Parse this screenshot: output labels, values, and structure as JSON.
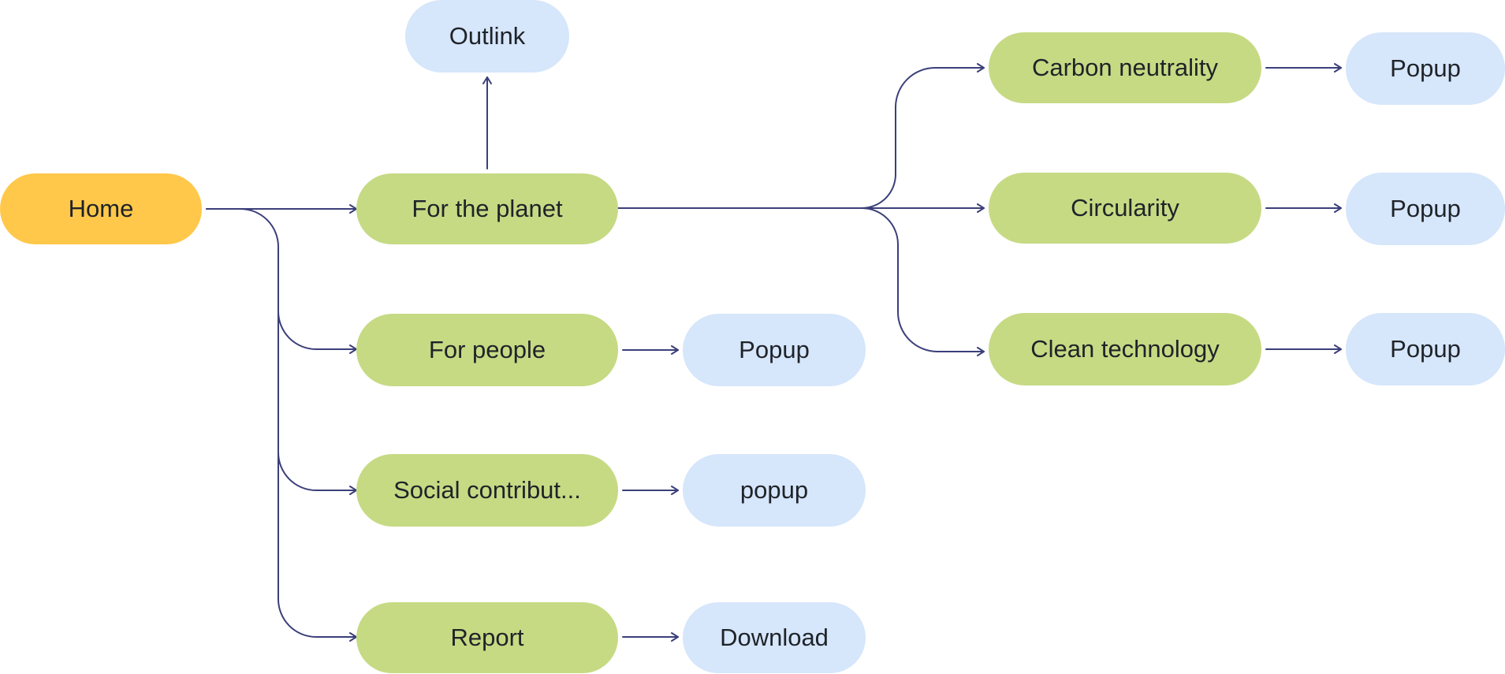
{
  "sitemap": {
    "root": {
      "label": "Home",
      "color": "#ffc84a"
    },
    "sections": [
      {
        "label": "For the planet",
        "color": "#c6da84"
      },
      {
        "label": "For people",
        "color": "#c6da84"
      },
      {
        "label": "Social contribut...",
        "color": "#c6da84"
      },
      {
        "label": "Report",
        "color": "#c6da84"
      }
    ],
    "planet_outlink": {
      "label": "Outlink",
      "color": "#d6e6fb"
    },
    "planet_subpages": [
      {
        "label": "Carbon neutrality",
        "child": "Popup"
      },
      {
        "label": "Circularity",
        "child": "Popup"
      },
      {
        "label": "Clean technology",
        "child": "Popup"
      }
    ],
    "section_children": [
      {
        "label": "Popup"
      },
      {
        "label": "popup"
      },
      {
        "label": "Download"
      }
    ],
    "connector_color": "#3b3f7a",
    "leaf_color": "#d6e6fb"
  }
}
